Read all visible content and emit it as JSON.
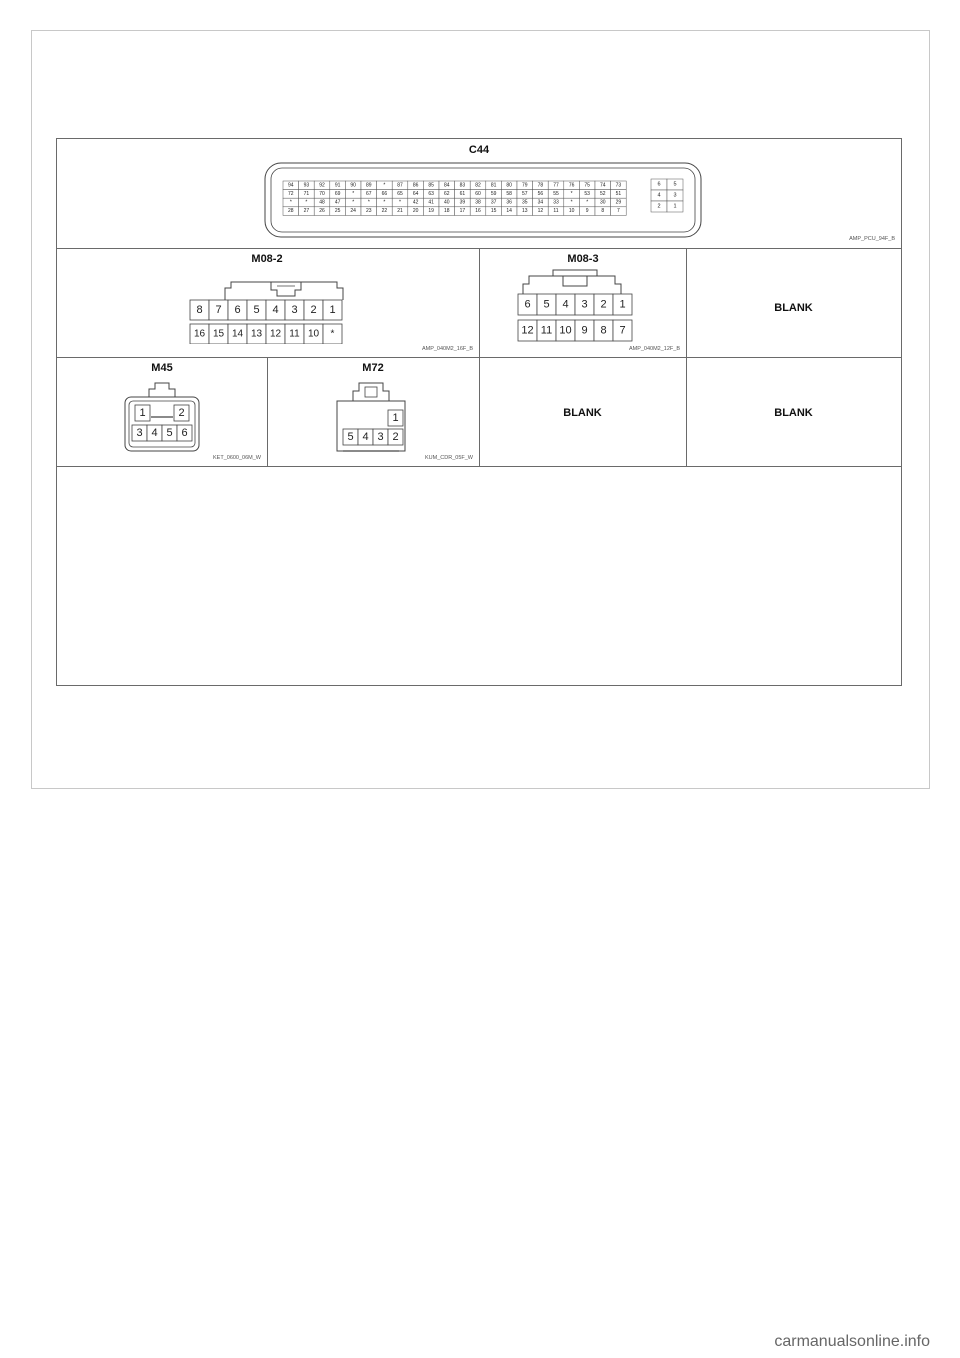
{
  "c44": {
    "title": "C44",
    "code": "AMP_PCU_94F_B",
    "rows": [
      [
        "94",
        "93",
        "92",
        "91",
        "90",
        "89",
        "*",
        "87",
        "86",
        "85",
        "84",
        "83",
        "82",
        "81",
        "80",
        "79",
        "78",
        "77",
        "76",
        "75",
        "74",
        "73"
      ],
      [
        "72",
        "71",
        "70",
        "69",
        "*",
        "67",
        "66",
        "65",
        "64",
        "63",
        "62",
        "61",
        "60",
        "59",
        "58",
        "57",
        "56",
        "55",
        "*",
        "53",
        "52",
        "51"
      ],
      [
        "*",
        "*",
        "48",
        "47",
        "*",
        "*",
        "*",
        "*",
        "42",
        "41",
        "40",
        "39",
        "38",
        "37",
        "36",
        "35",
        "34",
        "33",
        "*",
        "*",
        "30",
        "29"
      ],
      [
        "28",
        "27",
        "26",
        "25",
        "24",
        "23",
        "22",
        "21",
        "20",
        "19",
        "18",
        "17",
        "16",
        "15",
        "14",
        "13",
        "12",
        "11",
        "10",
        "9",
        "8",
        "7"
      ]
    ],
    "side_rows": [
      [
        "6",
        "5"
      ],
      [
        "4",
        "3"
      ],
      [
        "2",
        "1"
      ]
    ]
  },
  "m08_2": {
    "title": "M08-2",
    "code": "AMP_040M2_16F_B",
    "top": [
      "8",
      "7",
      "6",
      "5",
      "4",
      "3",
      "2",
      "1"
    ],
    "bottom": [
      "16",
      "15",
      "14",
      "13",
      "12",
      "11",
      "10",
      "*"
    ]
  },
  "m08_3": {
    "title": "M08-3",
    "code": "AMP_040M2_12F_B",
    "top": [
      "6",
      "5",
      "4",
      "3",
      "2",
      "1"
    ],
    "bottom": [
      "12",
      "11",
      "10",
      "9",
      "8",
      "7"
    ]
  },
  "m45": {
    "title": "M45",
    "code": "KET_0600_06M_W",
    "pins": [
      "1",
      "2",
      "3",
      "4",
      "5",
      "6"
    ]
  },
  "m72": {
    "title": "M72",
    "code": "KUM_CDR_05F_W",
    "pins": [
      "1",
      "5",
      "4",
      "3",
      "2"
    ]
  },
  "blank_label": "BLANK",
  "footer": {
    "watermark": "carmanualsonline.info"
  }
}
